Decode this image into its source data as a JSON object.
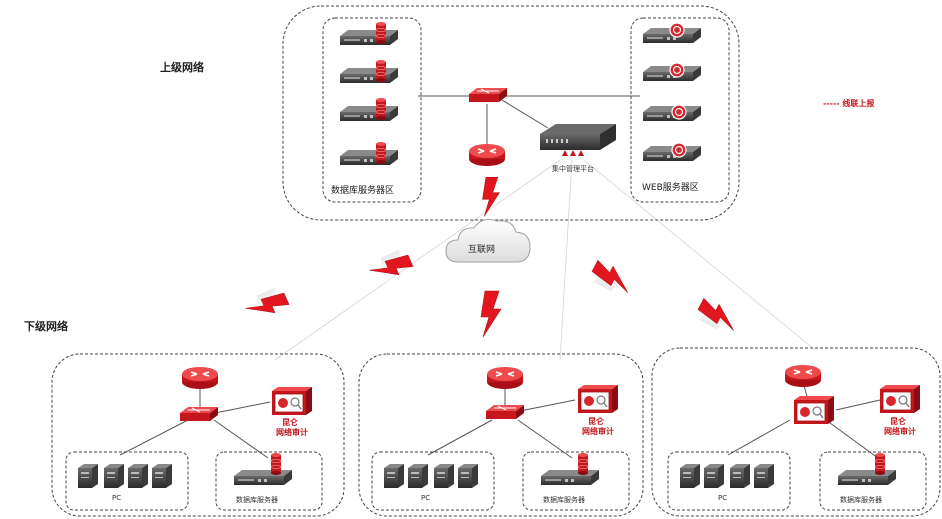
{
  "labels": {
    "upper_network": "上级网络",
    "lower_network": "下级网络",
    "legend": "----- 线联上报",
    "db_zone": "数据库服务器区",
    "web_zone": "WEB服务器区",
    "center_platform": "集中管理平台",
    "internet": "互联网",
    "audit_line1": "昆仑",
    "audit_line2": "网络审计",
    "pc": "PC",
    "db_server_1": "数据库服务器",
    "db_server_2": "数据库服务器",
    "db_server_3": "数据库服务器"
  },
  "colors": {
    "accent_red": "#d7262e",
    "dark_red": "#a80f17",
    "line_gray": "#555555",
    "dash_gray": "#444444"
  },
  "icons": [
    "server-icon",
    "router-icon",
    "switch-icon",
    "cloud-icon",
    "lightning-icon",
    "pc-icon",
    "audit-device-icon"
  ]
}
